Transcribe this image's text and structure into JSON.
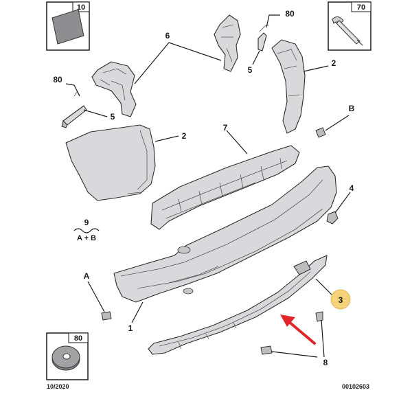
{
  "diagram": {
    "inset_10_number": "10",
    "inset_70_number": "70",
    "inset_80_number": "80",
    "labels": {
      "l80_top": "80",
      "l6": "6",
      "l5_top": "5",
      "l2_top": "2",
      "l80_left": "80",
      "l5_left": "5",
      "lB": "B",
      "l2_left": "2",
      "l7": "7",
      "l4": "4",
      "l9": "9",
      "l9_sub": "A + B",
      "lA": "A",
      "l1": "1",
      "l3": "3",
      "l8": "8"
    },
    "footer_date": "10/2020",
    "footer_code": "00102603",
    "colors": {
      "part_fill": "#d9d9db",
      "highlight_circle": "#f6d27a",
      "arrow": "#e0262a"
    }
  }
}
